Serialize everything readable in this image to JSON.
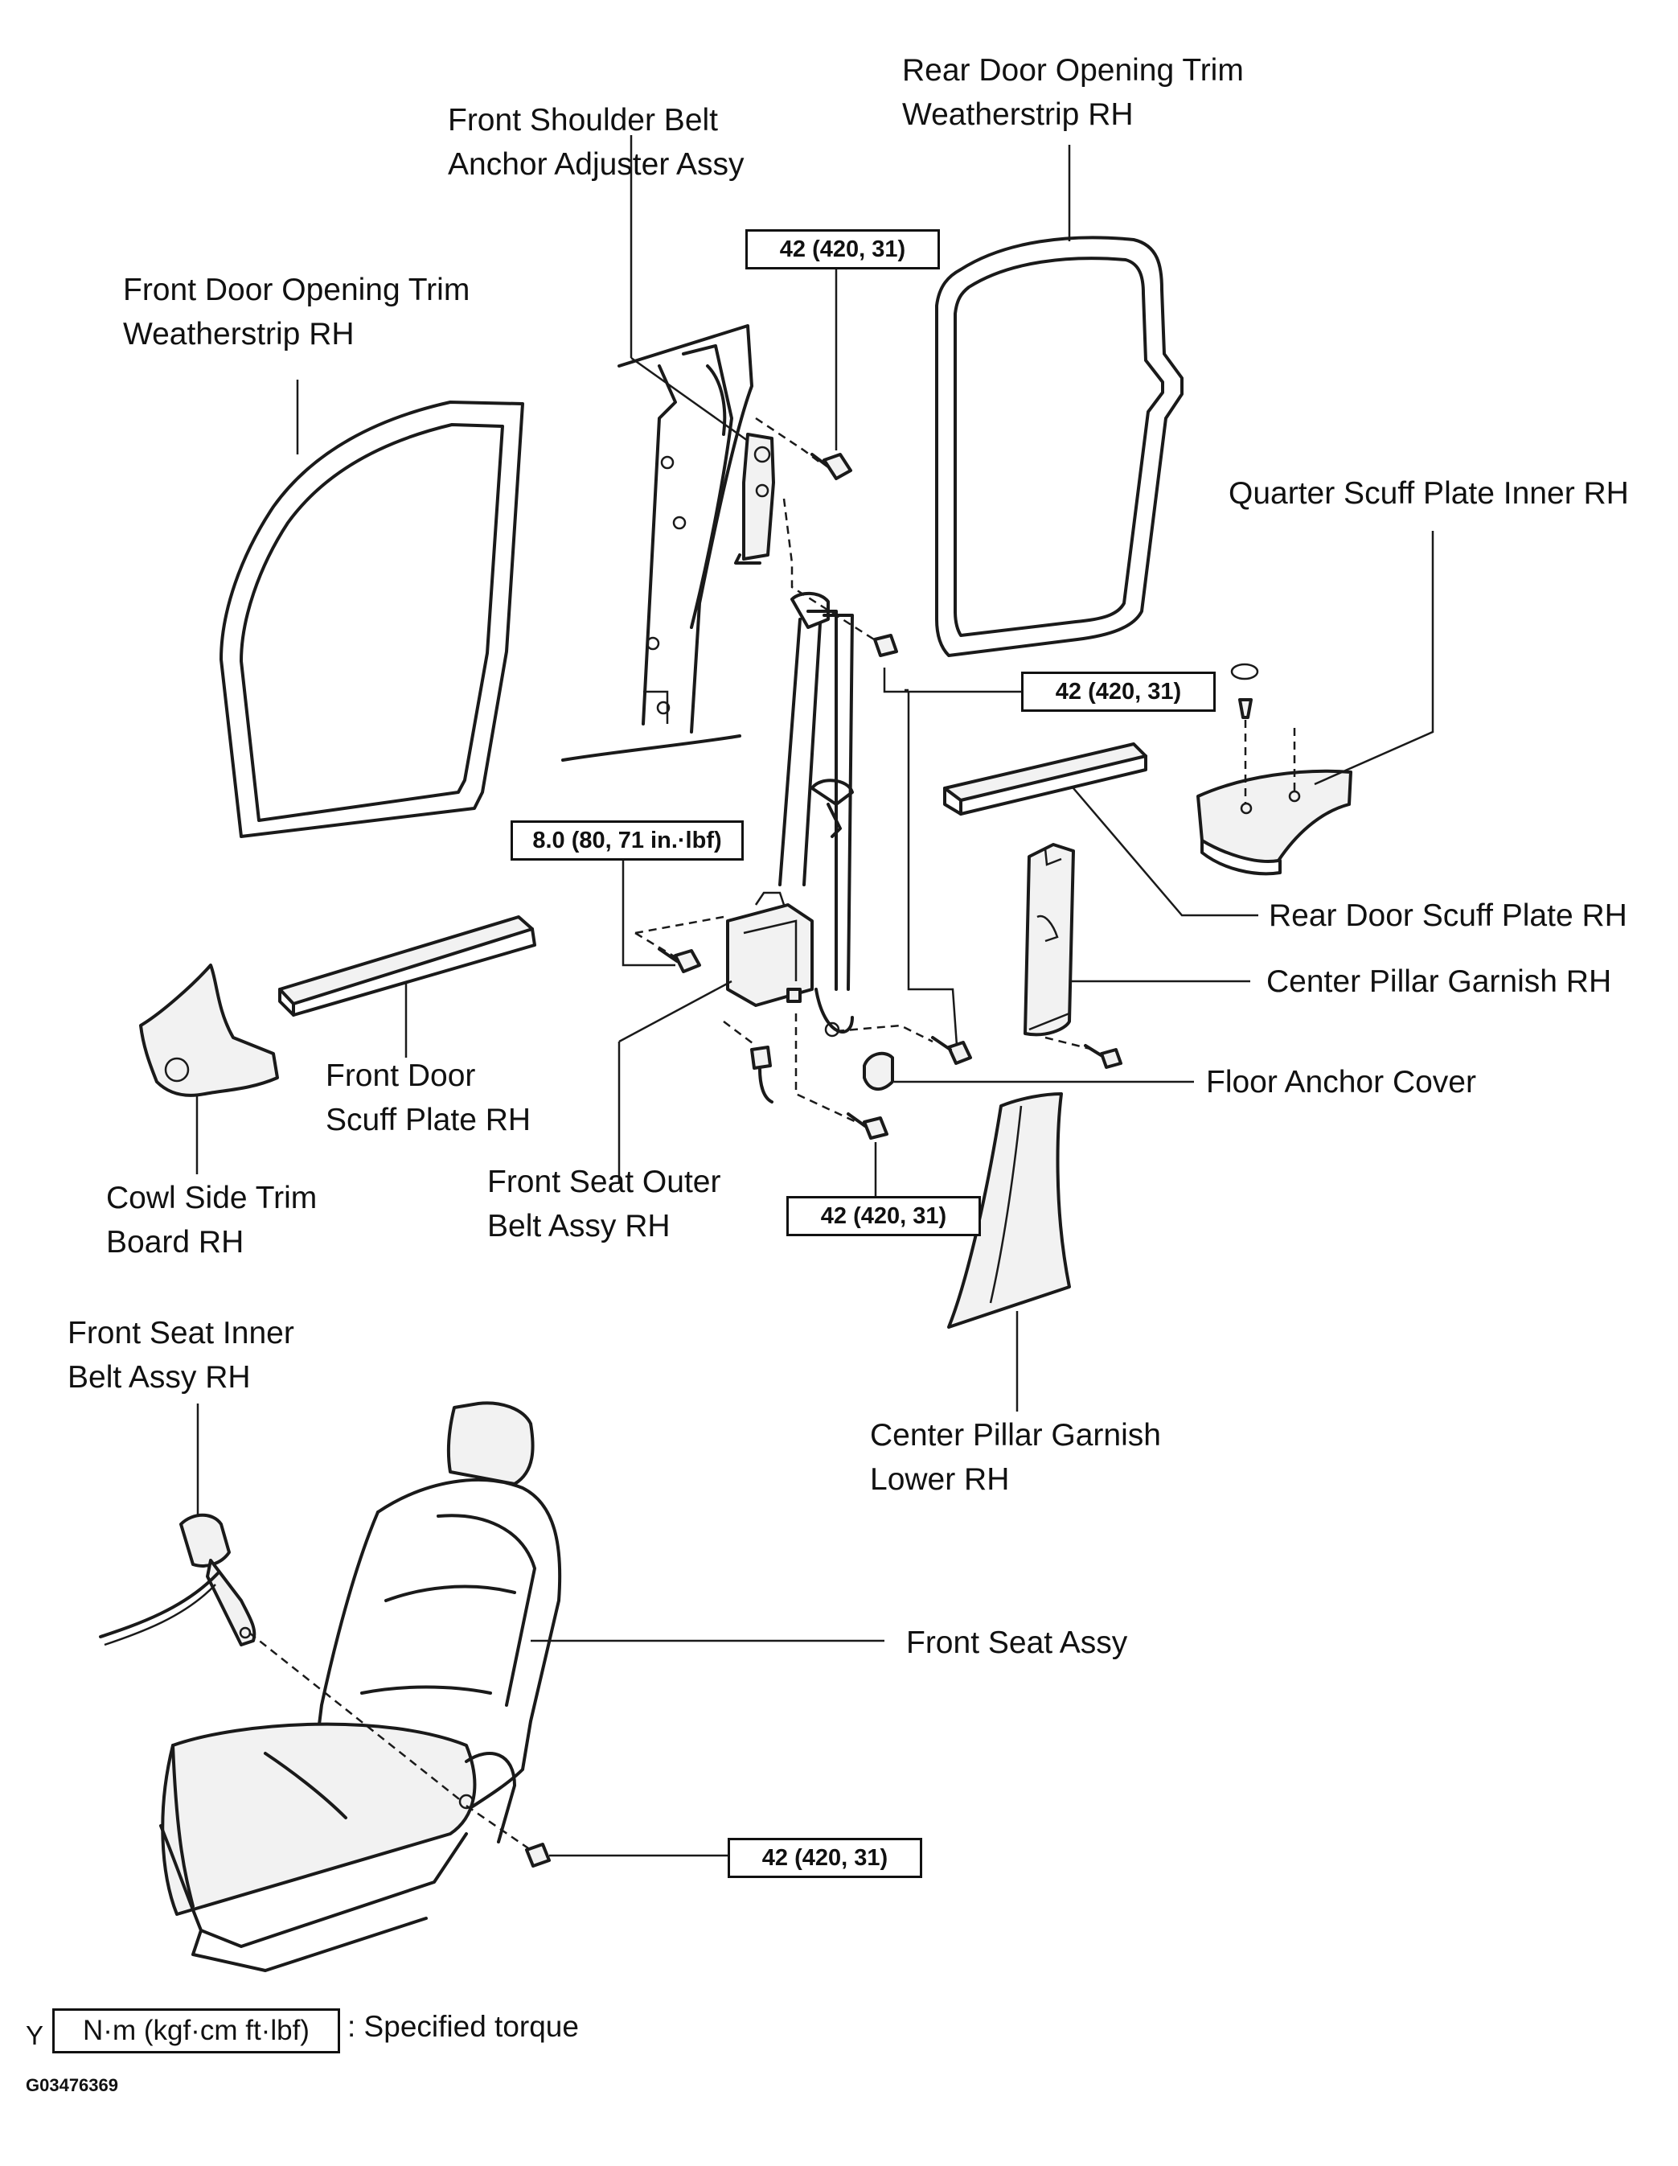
{
  "labels": {
    "rear_door_weatherstrip": [
      "Rear Door Opening Trim",
      "Weatherstrip RH"
    ],
    "front_shoulder_belt": [
      "Front Shoulder Belt",
      "Anchor Adjuster Assy"
    ],
    "front_door_weatherstrip": [
      "Front Door Opening Trim",
      "Weatherstrip RH"
    ],
    "quarter_scuff_plate": [
      "Quarter Scuff Plate Inner RH"
    ],
    "rear_door_scuff_plate": [
      "Rear Door Scuff Plate RH"
    ],
    "center_pillar_garnish": [
      "Center Pillar Garnish RH"
    ],
    "floor_anchor_cover": [
      "Floor Anchor Cover"
    ],
    "front_door_scuff_plate": [
      "Front Door",
      "Scuff Plate RH"
    ],
    "cowl_side_trim": [
      "Cowl Side Trim",
      "Board RH"
    ],
    "front_seat_outer_belt": [
      "Front Seat Outer",
      "Belt Assy RH"
    ],
    "center_pillar_garnish_lower": [
      "Center Pillar Garnish",
      "Lower RH"
    ],
    "front_seat_inner_belt": [
      "Front Seat Inner",
      "Belt Assy RH"
    ],
    "front_seat_assy": [
      "Front Seat Assy"
    ]
  },
  "torque": {
    "shoulder_anchor": "42 (420, 31)",
    "pillar_bolt": "42 (420, 31)",
    "retractor": "8.0 (80, 71 in.·lbf)",
    "floor_anchor": "42 (420, 31)",
    "seat": "42 (420, 31)"
  },
  "legend": {
    "prefix": "Y",
    "box": "N·m (kgf·cm ft·lbf)",
    "text": ": Specified torque"
  },
  "figure_id": "G03476369"
}
